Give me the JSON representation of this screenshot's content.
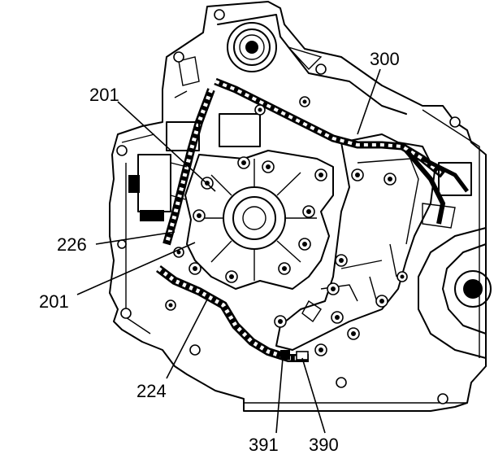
{
  "callouts": {
    "c201_top": "201",
    "c300": "300",
    "c226": "226",
    "c201_left": "201",
    "c224": "224",
    "c391": "391",
    "c390": "390"
  }
}
